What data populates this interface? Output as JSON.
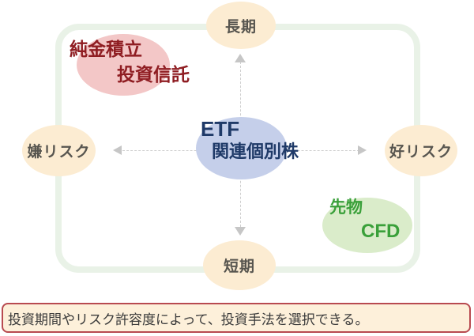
{
  "diagram": {
    "axes": {
      "top_label": "長期",
      "bottom_label": "短期",
      "left_label": "嫌リスク",
      "right_label": "好リスク"
    },
    "groups": {
      "gold": {
        "line1": "純金積立",
        "line2": "投資信託"
      },
      "etf": {
        "line1": "ETF",
        "line2": "関連個別株"
      },
      "futures": {
        "line1": "先物",
        "line2": "CFD"
      }
    },
    "colors": {
      "frame_border": "#e9f2e7",
      "axis_ellipse_fill": "#fcecd2",
      "axis_label_text": "#57554f",
      "gold_ellipse_fill": "#f3c7c7",
      "gold_text": "#8f1d22",
      "etf_ellipse_fill": "#c5cfea",
      "etf_text": "#1f3a68",
      "futures_ellipse_fill": "#daecca",
      "futures_text": "#3aa03a",
      "dashed_line": "#cfcfcf",
      "arrowhead": "#c6c6c6"
    }
  },
  "caption": {
    "text": "投資期間やリスク許容度によって、投資手法を選択できる。",
    "border_color": "#b84a50",
    "background": "#fdf0da"
  }
}
